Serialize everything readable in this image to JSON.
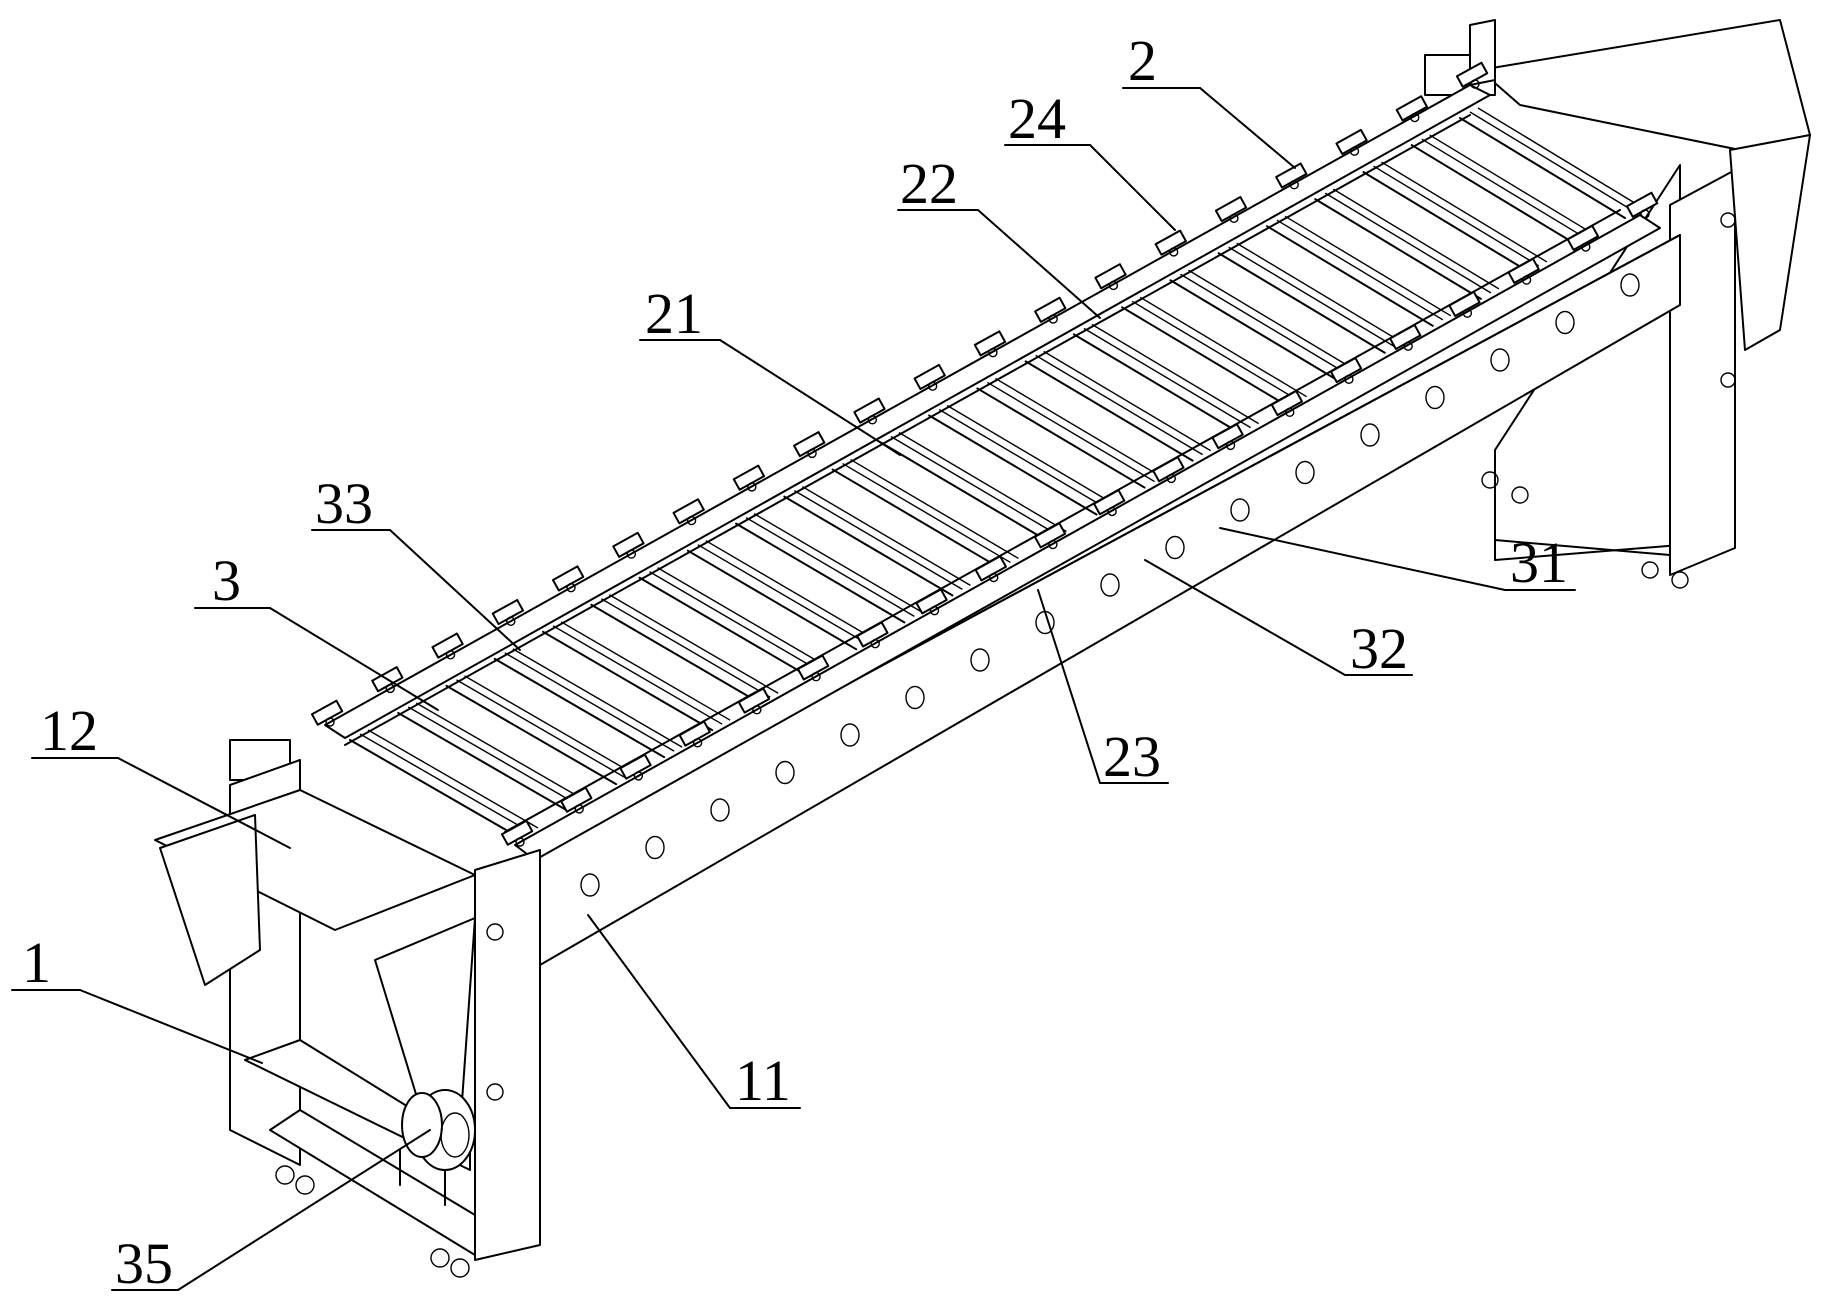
{
  "colors": {
    "ink": "#000000",
    "paper": "#ffffff"
  },
  "callouts": [
    {
      "id": "c1",
      "text": "1"
    },
    {
      "id": "c2",
      "text": "2"
    },
    {
      "id": "c3",
      "text": "3"
    },
    {
      "id": "c11",
      "text": "11"
    },
    {
      "id": "c12",
      "text": "12"
    },
    {
      "id": "c21",
      "text": "21"
    },
    {
      "id": "c22",
      "text": "22"
    },
    {
      "id": "c23",
      "text": "23"
    },
    {
      "id": "c24",
      "text": "24"
    },
    {
      "id": "c31",
      "text": "31"
    },
    {
      "id": "c32",
      "text": "32"
    },
    {
      "id": "c33",
      "text": "33"
    },
    {
      "id": "c35",
      "text": "35"
    }
  ]
}
